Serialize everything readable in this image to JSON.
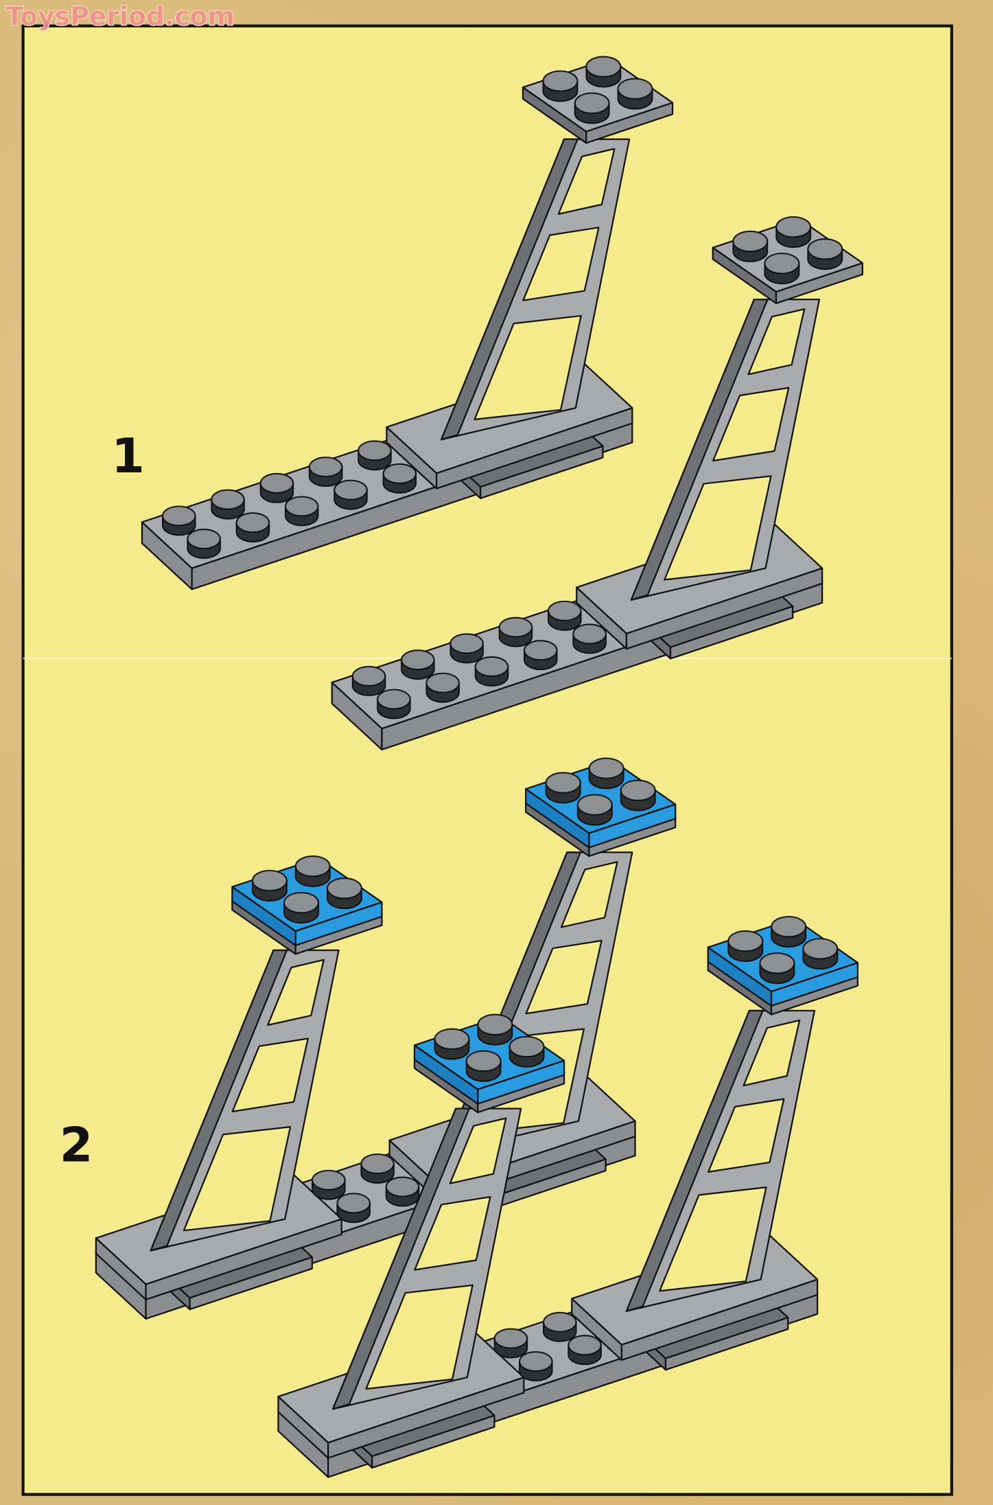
{
  "watermark": "ToysPeriod.com",
  "steps": [
    {
      "number": "1"
    },
    {
      "number": "2"
    }
  ],
  "colors": {
    "page_yellow": "#f6eb8c",
    "border": "#111111",
    "brick_gray": "#a8aaac",
    "brick_gray_side": "#8b8d90",
    "brick_gray_dark": "#6f7174",
    "stud_side": "#2f3032",
    "stud_top": "#8e9092",
    "plate_blue": "#2b9be0",
    "plate_blue_side": "#1e80c2"
  }
}
